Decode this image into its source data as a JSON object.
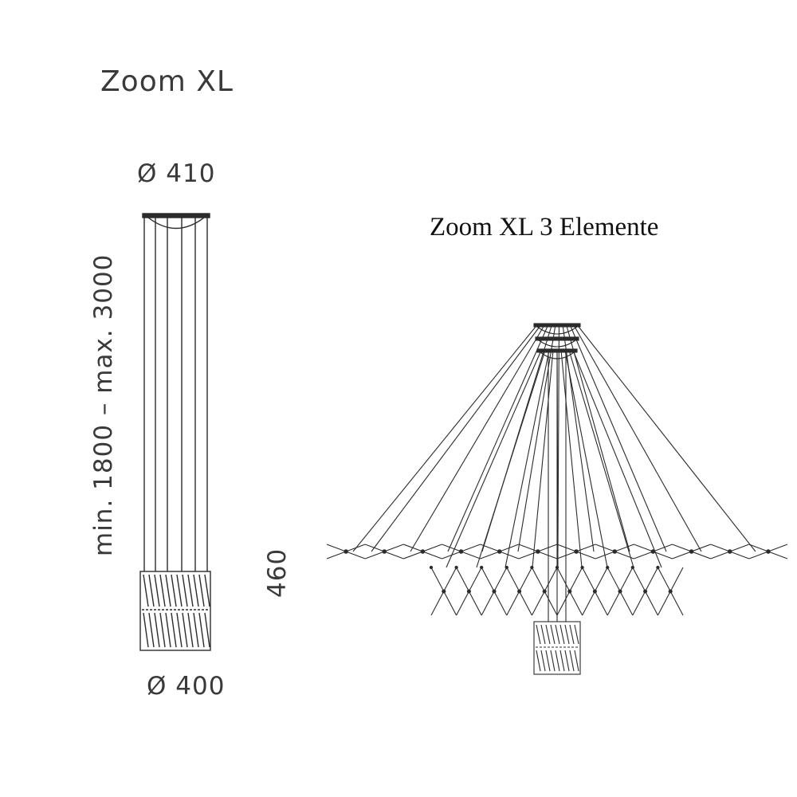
{
  "left_view": {
    "title": "Zoom XL",
    "top_diameter": "Ø 410",
    "bottom_diameter": "Ø 400",
    "height_range": "min. 1800 – max. 3000",
    "shade_height": "460"
  },
  "right_view": {
    "title": "Zoom XL 3 Elemente"
  },
  "colors": {
    "line": "#2b2b2b",
    "text": "#3a3a3a"
  }
}
